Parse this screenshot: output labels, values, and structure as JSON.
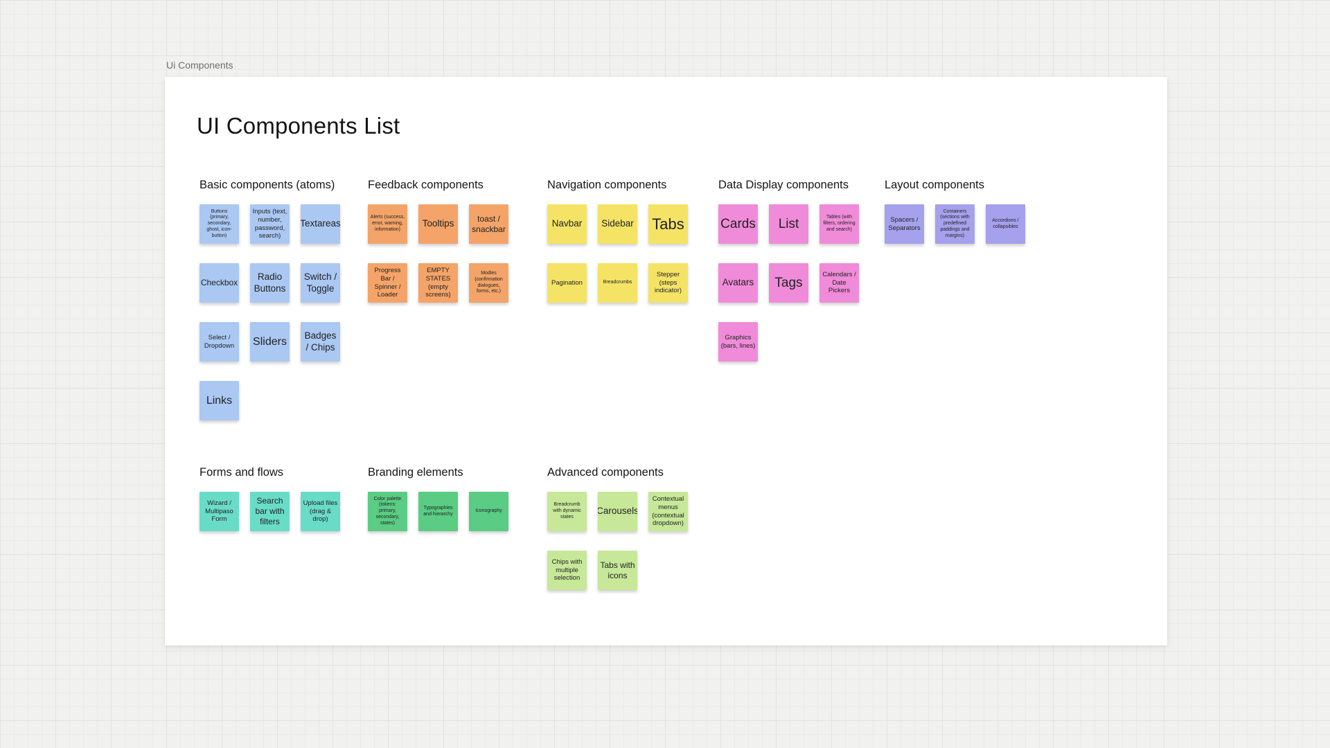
{
  "frame": {
    "label": "Ui Components",
    "title": "UI Components List"
  },
  "sections": [
    {
      "title": "Basic components (atoms)",
      "color": "#abc8f3",
      "notes": [
        {
          "text": "Buttons (primary, secondary, ghost, icon-button)",
          "size": "xs"
        },
        {
          "text": "Inputs (text, number, password, search)",
          "size": "s"
        },
        {
          "text": "Textareas",
          "size": "ml"
        },
        {
          "text": "Checkbox",
          "size": "m"
        },
        {
          "text": "Radio Buttons",
          "size": "ml"
        },
        {
          "text": "Switch / Toggle",
          "size": "ml"
        },
        {
          "text": "Select / Dropdown",
          "size": "s"
        },
        {
          "text": "Sliders",
          "size": "l"
        },
        {
          "text": "Badges / Chips",
          "size": "ml"
        },
        {
          "text": "Links",
          "size": "l"
        }
      ]
    },
    {
      "title": "Feedback components",
      "color": "#f4a468",
      "notes": [
        {
          "text": "Alerts (success, error, warning, information)",
          "size": "xs"
        },
        {
          "text": "Tooltips",
          "size": "ml"
        },
        {
          "text": "toast / snackbar",
          "size": "m"
        },
        {
          "text": "Progress Bar / Spinner / Loader",
          "size": "s"
        },
        {
          "text": "EMPTY STATES (empty screens)",
          "size": "s"
        },
        {
          "text": "Modles (confirmation dialogues, forms, etc.)",
          "size": "xs"
        }
      ]
    },
    {
      "title": "Navigation components",
      "color": "#f5e366",
      "notes": [
        {
          "text": "Navbar",
          "size": "ml"
        },
        {
          "text": "Sidebar",
          "size": "ml"
        },
        {
          "text": "Tabs",
          "size": "xxl"
        },
        {
          "text": "Pagination",
          "size": "s"
        },
        {
          "text": "Breadcrumbs",
          "size": "xs"
        },
        {
          "text": "Stepper (steps indicator)",
          "size": "s"
        }
      ]
    },
    {
      "title": "Data Display components",
      "color": "#f08bd9",
      "notes": [
        {
          "text": "Cards",
          "size": "xl"
        },
        {
          "text": "List",
          "size": "xl"
        },
        {
          "text": "Tables (with filters, ordering and search)",
          "size": "xs"
        },
        {
          "text": "Avatars",
          "size": "ml"
        },
        {
          "text": "Tags",
          "size": "xl"
        },
        {
          "text": "Calendars / Date Pickers",
          "size": "s"
        },
        {
          "text": "Graphics (bars, lines)",
          "size": "s"
        }
      ]
    },
    {
      "title": "Layout components",
      "color": "#a6a1ec",
      "notes": [
        {
          "text": "Spacers / Separators",
          "size": "s"
        },
        {
          "text": "Containers (sections with predefined paddings and margins)",
          "size": "xs"
        },
        {
          "text": "Accordions / collapsibles",
          "size": "xs"
        }
      ]
    },
    {
      "title": "Forms and flows",
      "color": "#69dcc8",
      "notes": [
        {
          "text": "Wizard / Multipaso Form",
          "size": "s"
        },
        {
          "text": "Search bar with filters",
          "size": "m"
        },
        {
          "text": "Upload files (drag & drop)",
          "size": "s"
        }
      ]
    },
    {
      "title": "Branding elements",
      "color": "#5acc84",
      "notes": [
        {
          "text": "Color palette (tokens: primary, secondary, states)",
          "size": "xs"
        },
        {
          "text": "Typographies and hierarchy",
          "size": "xs"
        },
        {
          "text": "Iconography",
          "size": "xs"
        }
      ]
    },
    {
      "title": "Advanced components",
      "color": "#c7e899",
      "notes": [
        {
          "text": "Breadcrumb with dynamic states",
          "size": "xs"
        },
        {
          "text": "Carousels",
          "size": "ml"
        },
        {
          "text": "Contextual menus (contextual dropdown)",
          "size": "s"
        },
        {
          "text": "Chips with multiple selection",
          "size": "s"
        },
        {
          "text": "Tabs with icons",
          "size": "m"
        }
      ]
    }
  ]
}
